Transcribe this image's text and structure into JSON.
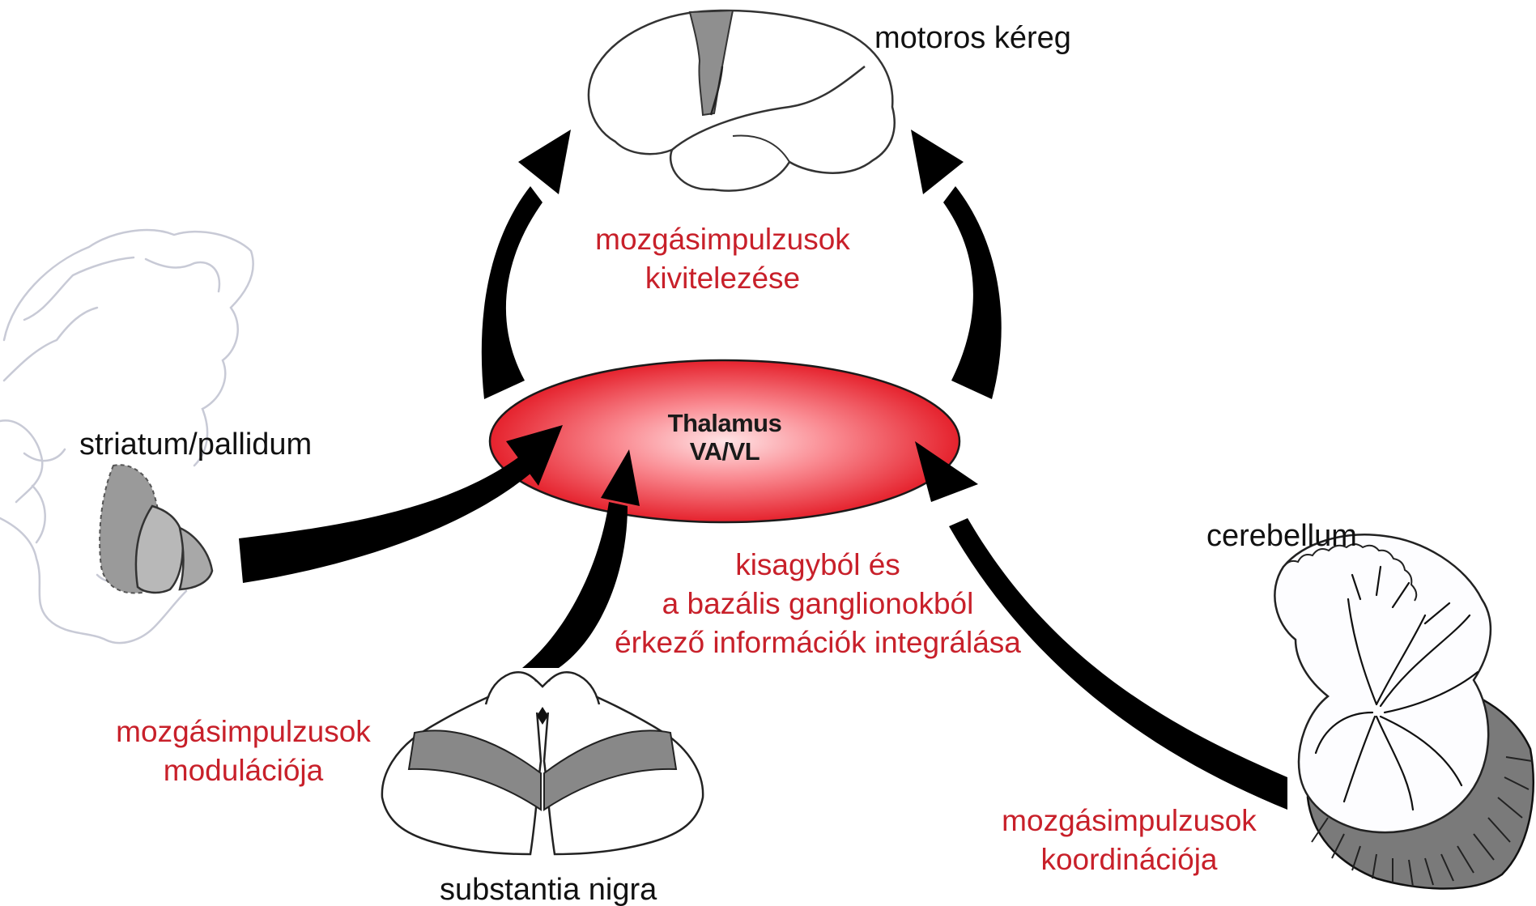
{
  "colors": {
    "accent_text": "#c8202a",
    "thalamus_fill": "#e5222d",
    "gray_region": "#8f8f8f",
    "arrow": "#000000"
  },
  "thalamus": {
    "line1": "Thalamus",
    "line2": "VA/VL"
  },
  "structures": {
    "motor_cortex": "motoros kéreg",
    "striatum": "striatum/pallidum",
    "substantia_nigra": "substantia nigra",
    "cerebellum": "cerebellum"
  },
  "functions": {
    "execution": [
      "mozgásimpulzusok",
      "kivitelezése"
    ],
    "integration": [
      "kisagyból és",
      "a bazális ganglionokból",
      "érkező információk integrálása"
    ],
    "modulation": [
      "mozgásimpulzusok",
      "modulációja"
    ],
    "coordination": [
      "mozgásimpulzusok",
      "koordinációja"
    ]
  }
}
